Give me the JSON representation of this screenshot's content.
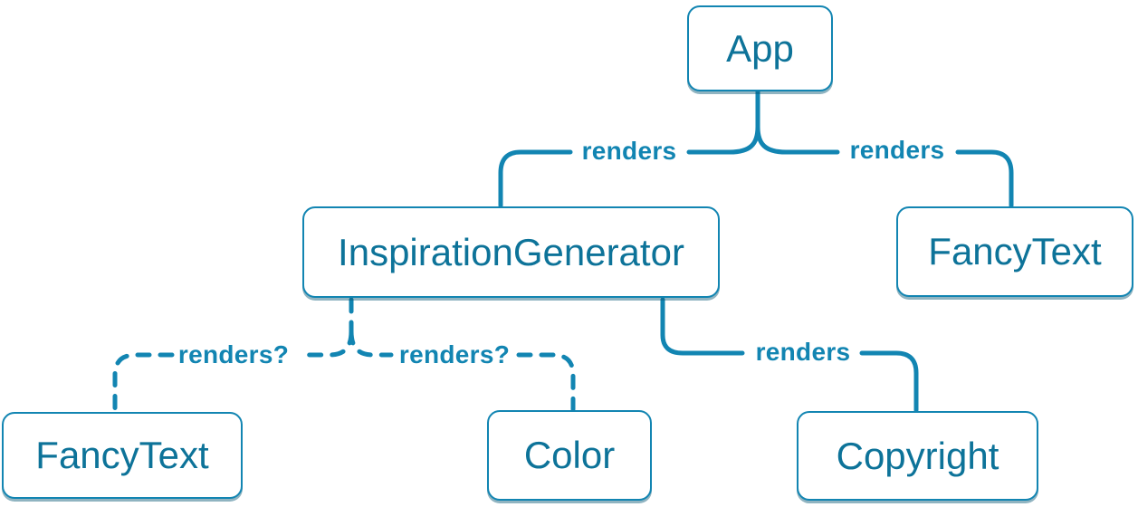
{
  "colors": {
    "background": "#ffffff",
    "line": "#1285b2",
    "node_text": "#0d7399",
    "node_fill": "#ffffff",
    "node_border": "#1285b2",
    "node_shadow": "rgba(9,88,118,0.45)"
  },
  "nodes": [
    {
      "id": "app",
      "label": "App"
    },
    {
      "id": "inspiration-generator",
      "label": "InspirationGenerator"
    },
    {
      "id": "fancy-text-right",
      "label": "FancyText"
    },
    {
      "id": "fancy-text-left",
      "label": "FancyText"
    },
    {
      "id": "color",
      "label": "Color"
    },
    {
      "id": "copyright",
      "label": "Copyright"
    }
  ],
  "edges": [
    {
      "from": "App",
      "to": "InspirationGenerator",
      "label": "renders",
      "style": "solid"
    },
    {
      "from": "App",
      "to": "FancyText",
      "label": "renders",
      "style": "solid"
    },
    {
      "from": "InspirationGenerator",
      "to": "FancyText",
      "label": "renders?",
      "style": "dashed"
    },
    {
      "from": "InspirationGenerator",
      "to": "Color",
      "label": "renders?",
      "style": "dashed"
    },
    {
      "from": "InspirationGenerator",
      "to": "Copyright",
      "label": "renders",
      "style": "solid"
    }
  ]
}
